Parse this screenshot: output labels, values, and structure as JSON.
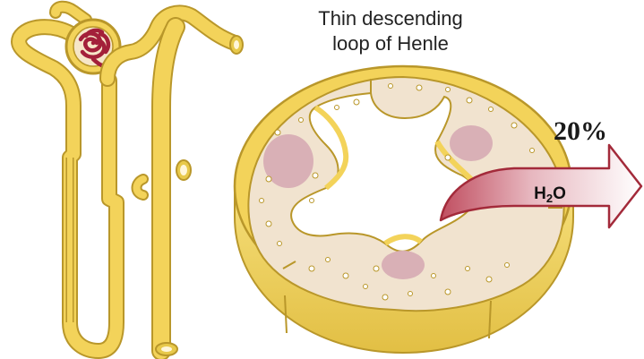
{
  "diagram": {
    "title_lines": [
      "Thin descending",
      "loop of Henle"
    ],
    "percentage": "20%",
    "arrow_label": {
      "prefix": "H",
      "subscript": "2",
      "suffix": "O"
    }
  },
  "colors": {
    "tubule_yellow": "#f3d35a",
    "tubule_outline": "#b9972a",
    "cytoplasm": "#f1e3cf",
    "nucleus": "#d9b0b6",
    "glomerulus": "#a3203a",
    "arrow_fill": "#ffffff",
    "arrow_outline": "#a32a3a",
    "arrow_gradient": "#c04e60"
  },
  "icons": [
    "nephron-illustration",
    "tubule-cross-section",
    "water-flow-arrow"
  ]
}
